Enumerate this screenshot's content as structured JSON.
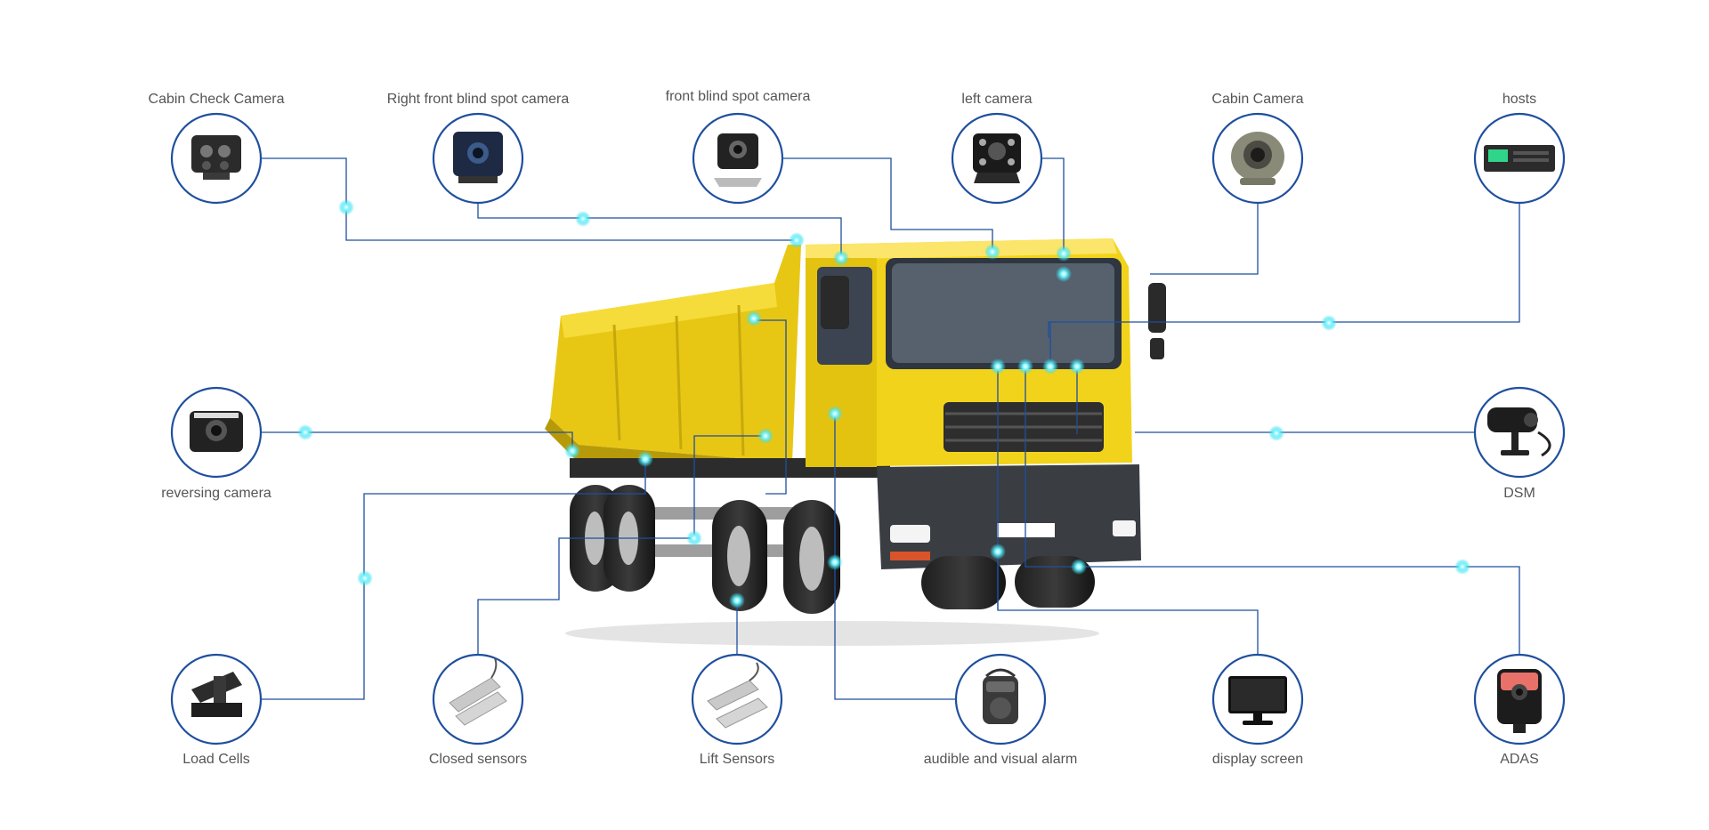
{
  "colors": {
    "accent": "#1f4f9e",
    "node_glow": "#3fe2f0",
    "truck_body": "#f2d31b",
    "label_text": "#555555"
  },
  "devices": [
    {
      "id": "cabin-check-camera",
      "label": "Cabin Check Camera",
      "icon": "bullet-camera-icon"
    },
    {
      "id": "right-front-blind-spot-camera",
      "label": "Right front blind spot camera",
      "icon": "square-camera-icon"
    },
    {
      "id": "front-blind-spot-camera",
      "label": "front blind spot camera",
      "icon": "mini-camera-icon"
    },
    {
      "id": "left-camera",
      "label": "left camera",
      "icon": "ir-camera-icon"
    },
    {
      "id": "cabin-camera",
      "label": "Cabin Camera",
      "icon": "dome-camera-icon"
    },
    {
      "id": "hosts",
      "label": "hosts",
      "icon": "mdvr-host-icon"
    },
    {
      "id": "reversing-camera",
      "label": "reversing camera",
      "icon": "reversing-camera-icon"
    },
    {
      "id": "dsm",
      "label": "DSM",
      "icon": "dsm-camera-icon"
    },
    {
      "id": "load-cells",
      "label": "Load Cells",
      "icon": "load-cell-icon"
    },
    {
      "id": "closed-sensors",
      "label": "Closed sensors",
      "icon": "magnetic-sensor-icon"
    },
    {
      "id": "lift-sensors",
      "label": "Lift Sensors",
      "icon": "magnetic-sensor-icon"
    },
    {
      "id": "audible-and-visual-alarm",
      "label": "audible and visual alarm",
      "icon": "alarm-speaker-icon"
    },
    {
      "id": "display-screen",
      "label": "display screen",
      "icon": "monitor-icon"
    },
    {
      "id": "adas",
      "label": "ADAS",
      "icon": "adas-camera-icon"
    }
  ]
}
